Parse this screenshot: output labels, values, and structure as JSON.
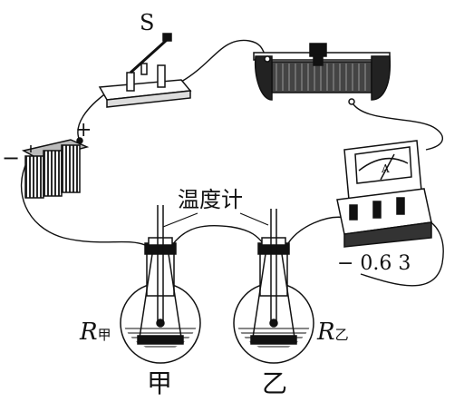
{
  "labels": {
    "switch": "S",
    "minus": "−",
    "plus": "+",
    "thermometer": "温度计",
    "ammeter_terminals": "− 0.6 3",
    "ammeter_symbol": "A",
    "r_jia_main": "R",
    "r_jia_sub": "甲",
    "r_yi_main": "R",
    "r_yi_sub": "乙",
    "flask_jia": "甲",
    "flask_yi": "乙"
  },
  "colors": {
    "ink": "#111111",
    "liquid_stripe": "#222222",
    "battery_dark": "#2a2a2a",
    "background": "#ffffff"
  }
}
